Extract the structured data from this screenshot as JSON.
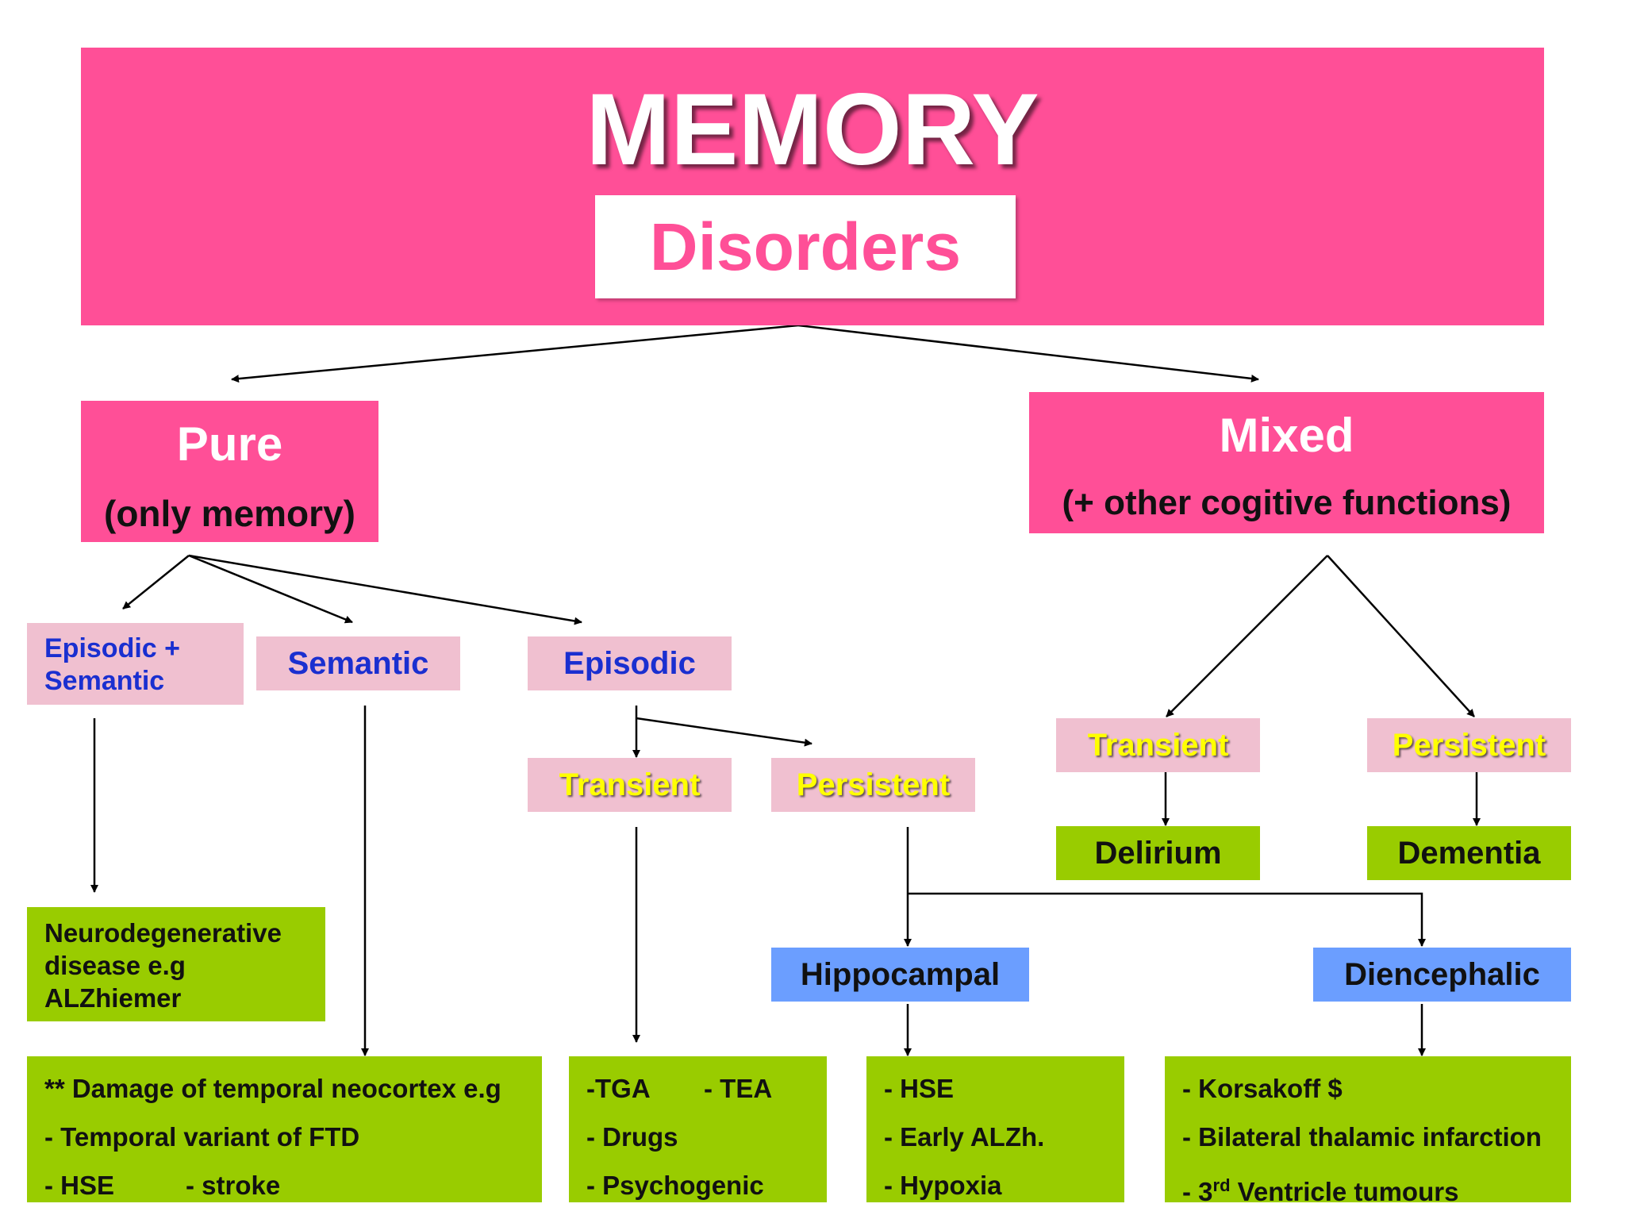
{
  "header": {
    "title": "MEMORY",
    "subtitle": "Disorders"
  },
  "pure": {
    "title": "Pure",
    "subtitle": "(only memory)"
  },
  "mixed": {
    "title": "Mixed",
    "subtitle": "(+ other cogitive functions)"
  },
  "pure_types": {
    "episodic_semantic": [
      "Episodic +",
      "Semantic"
    ],
    "semantic": "Semantic",
    "episodic": "Episodic"
  },
  "episodic_sub": {
    "transient": "Transient",
    "persistent": "Persistent"
  },
  "mixed_sub": {
    "transient": "Transient",
    "persistent": "Persistent",
    "delirium": "Delirium",
    "dementia": "Dementia"
  },
  "persistent_sites": {
    "hippocampal": "Hippocampal",
    "diencephalic": "Diencephalic"
  },
  "neuro_box": [
    "Neurodegenerative",
    "disease e.g",
    "ALZhiemer"
  ],
  "semantic_causes": {
    "line1": "** Damage of temporal neocortex e.g",
    "line2": "- Temporal variant of FTD",
    "line3a": "- HSE",
    "line3b": "- stroke"
  },
  "transient_causes": {
    "line1a": "-TGA",
    "line1b": "- TEA",
    "line2": "- Drugs",
    "line3": "- Psychogenic"
  },
  "hippocampal_causes": [
    "- HSE",
    "- Early ALZh.",
    "- Hypoxia"
  ],
  "diencephalic_causes": {
    "line1": "- Korsakoff $",
    "line2": "- Bilateral thalamic infarction",
    "line3_prefix": "- 3",
    "line3_sup": "rd",
    "line3_rest": " Ventricle tumours"
  },
  "colors": {
    "magenta": "#ff4f97",
    "light_pink": "#f0c0d0",
    "green": "#99cc00",
    "blue": "#6b9eff",
    "navy_text": "#1a2fd0",
    "yellow_text": "#ffff00"
  }
}
